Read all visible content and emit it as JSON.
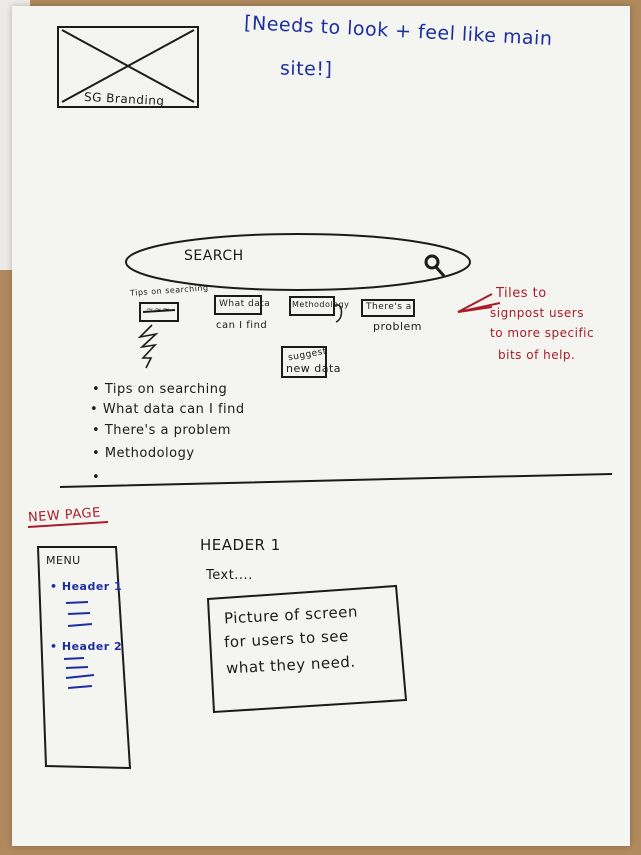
{
  "top": {
    "branding_label": "SG Branding",
    "note_line1": "[Needs to look + feel like main",
    "note_line2": "site!]"
  },
  "search": {
    "bar_label": "SEARCH",
    "tips_caption": "Tips on searching",
    "button_tips": "~~~",
    "button_what_data": "What data",
    "what_data_caption": "can I find",
    "button_methodology": "Methodology",
    "button_problem": "There's a",
    "problem_caption": "problem",
    "button_suggest_line1": "suggest",
    "button_suggest_line2": "new data",
    "annotation_line1": "Tiles to",
    "annotation_line2": "signpost users",
    "annotation_line3": "to more specific",
    "annotation_line4": "bits of help."
  },
  "help_list": [
    "Tips on searching",
    "What data can I find",
    "There's a problem",
    "Methodology",
    ""
  ],
  "new_page": {
    "title": "NEW PAGE",
    "menu_label": "MENU",
    "menu_items": [
      "Header 1",
      "Header 2"
    ],
    "header": "HEADER 1",
    "text_placeholder": "Text....",
    "picture_line1": "Picture of screen",
    "picture_line2": "for users to see",
    "picture_line3": "what they need."
  },
  "colors": {
    "ink_black": "#1b1b1b",
    "ink_blue": "#1c2fa0",
    "ink_red": "#a81d2a",
    "paper": "#f4f4f1"
  }
}
